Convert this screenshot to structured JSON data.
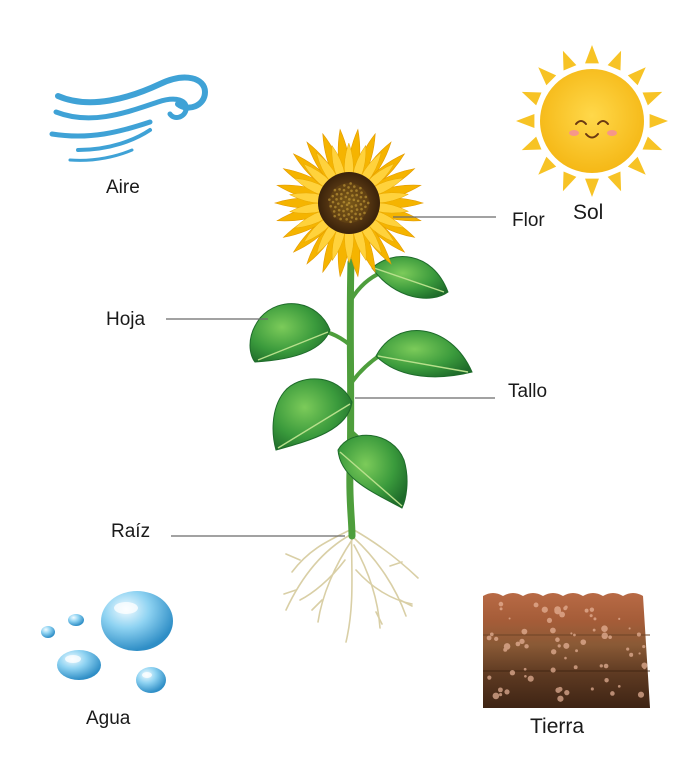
{
  "plant_parts": {
    "flower": "Flor",
    "leaf": "Hoja",
    "stem": "Tallo",
    "root": "Raíz"
  },
  "elements": {
    "air": "Aire",
    "sun": "Sol",
    "water": "Agua",
    "soil": "Tierra"
  },
  "icons": {
    "air": "wind-icon",
    "sun": "smiling-sun-icon",
    "water": "water-drops-icon",
    "soil": "soil-cross-section-icon",
    "plant": "sunflower-plant"
  },
  "colors": {
    "sun": "#F7C325",
    "petal": "#F5B400",
    "leaf": "#2E8B3A",
    "wind": "#3FA2D6",
    "water": "#6EC3EA",
    "soil": "#7A4A2C"
  }
}
